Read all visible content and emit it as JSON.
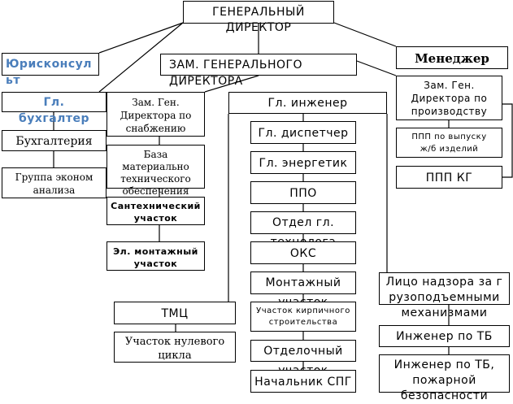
{
  "diagram": {
    "title": "Организационная структура",
    "nodes": {
      "gen_director": "ГЕНЕРАЛЬНЫЙ ДИРЕКТОР",
      "jurist": "Юрисконсульт",
      "chief_accountant": "Гл. бухгалтер",
      "manager": "Менеджер",
      "deputy_gen_director": "ЗАМ. ГЕНЕРАЛЬНОГО ДИРЕКТОРА",
      "accounting": "Бухгалтерия",
      "econ_analysis": "Группа эконом анализа",
      "deputy_supply": "Зам. Ген. Директора по снабжению",
      "material_base": "База материально технического обеспечения",
      "plumbing_section": "Сантехнический участок",
      "electric_section": "Эл. монтажный участок",
      "chief_engineer": "Гл. инженер",
      "chief_dispatcher": "Гл. диспетчер",
      "chief_power_engineer": "Гл. энергетик",
      "ppo": "ППО",
      "chief_technologist_dept": "Отдел гл. технолога",
      "oks": "ОКС",
      "assembly_section": "Монтажный участок",
      "brick_section": "Участок кирпичного строительства",
      "finishing_section": "Отделочный участок",
      "spg_head": "Начальник СПГ",
      "tmc": "ТМЦ",
      "zero_cycle_section": "Участок нулевого цикла",
      "deputy_production": "Зам. Ген. Директора по производству",
      "ppp_concrete": "ППП по выпуску ж/б изделий",
      "ppp_kg": "ППП КГ",
      "crane_supervisor": "Лицо надзора за грузоподъемными механизмами",
      "safety_engineer": "Инженер по ТБ",
      "fire_safety_engineer": "Инженер по ТБ, пожарной безопасности"
    }
  }
}
